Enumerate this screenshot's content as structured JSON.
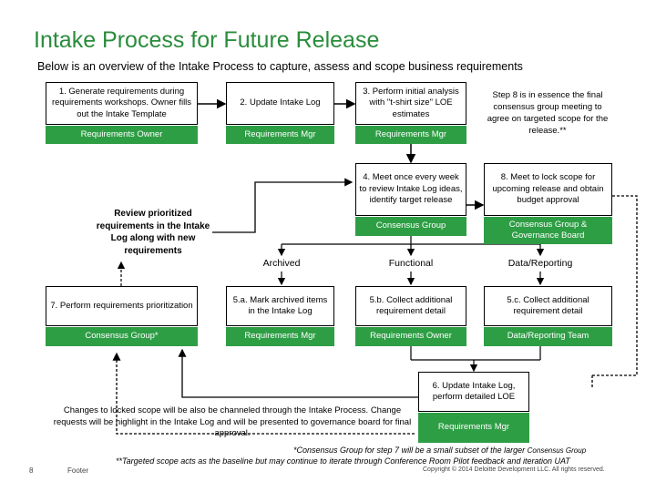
{
  "header": {
    "title": "Intake Process for Future Release",
    "subtitle": "Below is an overview of the Intake Process to capture, assess and scope business requirements"
  },
  "steps": {
    "s1": {
      "text": "1. Generate requirements during requirements workshops. Owner fills out the Intake Template",
      "role": "Requirements Owner"
    },
    "s2": {
      "text": "2. Update Intake Log",
      "role": "Requirements Mgr"
    },
    "s3": {
      "text": "3. Perform initial analysis with \"t-shirt size\" LOE estimates",
      "role": "Requirements Mgr"
    },
    "s8note": "Step 8 is in essence the final consensus group meeting to agree on targeted scope for the release.**",
    "s4": {
      "text": "4. Meet once every week to review Intake Log ideas, identify target release",
      "role": "Consensus Group"
    },
    "s8": {
      "text": "8. Meet to lock scope for upcoming release and obtain budget approval",
      "role": "Consensus Group & Governance Board"
    },
    "review_note": "Review prioritized requirements in the Intake Log along with new requirements",
    "col_headers": {
      "archived": "Archived",
      "functional": "Functional",
      "data": "Data/Reporting"
    },
    "s7": {
      "text": "7. Perform requirements prioritization",
      "role": "Consensus Group*"
    },
    "s5a": {
      "text": "5.a. Mark archived items in the Intake Log",
      "role": "Requirements Mgr"
    },
    "s5b": {
      "text": "5.b. Collect additional requirement detail",
      "role": "Requirements Owner"
    },
    "s5c": {
      "text": "5.c. Collect additional requirement detail",
      "role": "Data/Reporting Team"
    },
    "s6": {
      "text": "6. Update Intake Log, perform detailed LOE",
      "role": "Requirements Mgr"
    },
    "change_note": "Changes to locked scope will be also be channeled through the Intake Process. Change requests will be highlight in the Intake Log and will be presented to governance board for final approval."
  },
  "footnotes": {
    "note1": "*Consensus Group for step 7 will be a small subset of the larger",
    "note1_tail": "Consensus Group",
    "note2": "**Targeted scope acts as the baseline but may continue to iterate through Conference Room Pilot feedback and iteration UAT"
  },
  "footer": {
    "page_number": "8",
    "footer_label": "Footer",
    "copyright": "Copyright © 2014 Deloitte Development LLC. All rights reserved."
  },
  "colors": {
    "title": "#2a8c3c",
    "role_bar": "#2e9e45"
  }
}
